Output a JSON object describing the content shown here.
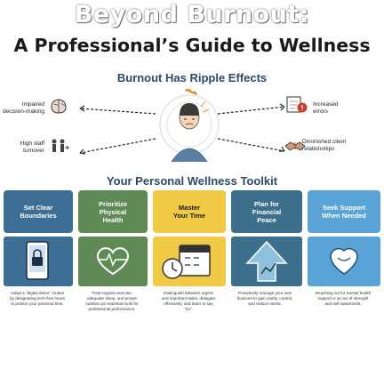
{
  "header": {
    "title_line1": "Beyond Burnout:",
    "title_line2": "A Professional’s Guide to Wellness"
  },
  "ripple": {
    "title": "Burnout Has Ripple Effects",
    "left_effects": [
      "Impaired decision-making",
      "High staff turnover"
    ],
    "right_effects": [
      "Increased errors",
      "Diminished client relationships"
    ]
  },
  "toolkit": {
    "title": "Your Personal Wellness Toolkit",
    "tiles": [
      {
        "label": "Set Clear Boundaries",
        "color": "#3d6e96"
      },
      {
        "label": "Prioritize Physical Health",
        "color": "#5f8a55"
      },
      {
        "label": "Master Your Time",
        "color": "#f0c945"
      },
      {
        "label": "Plan for Financial Peace",
        "color": "#3b6f8c"
      },
      {
        "label": "Seek Support When Needed",
        "color": "#5aa3d6"
      }
    ],
    "descriptions": [
      "Adopt a \"digital detox\" routine by designating tech-free hours to protect your personal time.",
      "Treat regular exercise, adequate sleep, and proper nutrition as essential tools for professional performance.",
      "Distinguish between urgent and important tasks, delegate effectively, and learn to say \"no\".",
      "Proactively manage your own finances to gain clarity, control, and reduce stress.",
      "Reaching out for mental health support is an act of strength and self-awareness."
    ]
  },
  "colors": {
    "heading": "#2b4a6b",
    "accent_red": "#c0392b",
    "accent_blue": "#2c5f8a"
  }
}
